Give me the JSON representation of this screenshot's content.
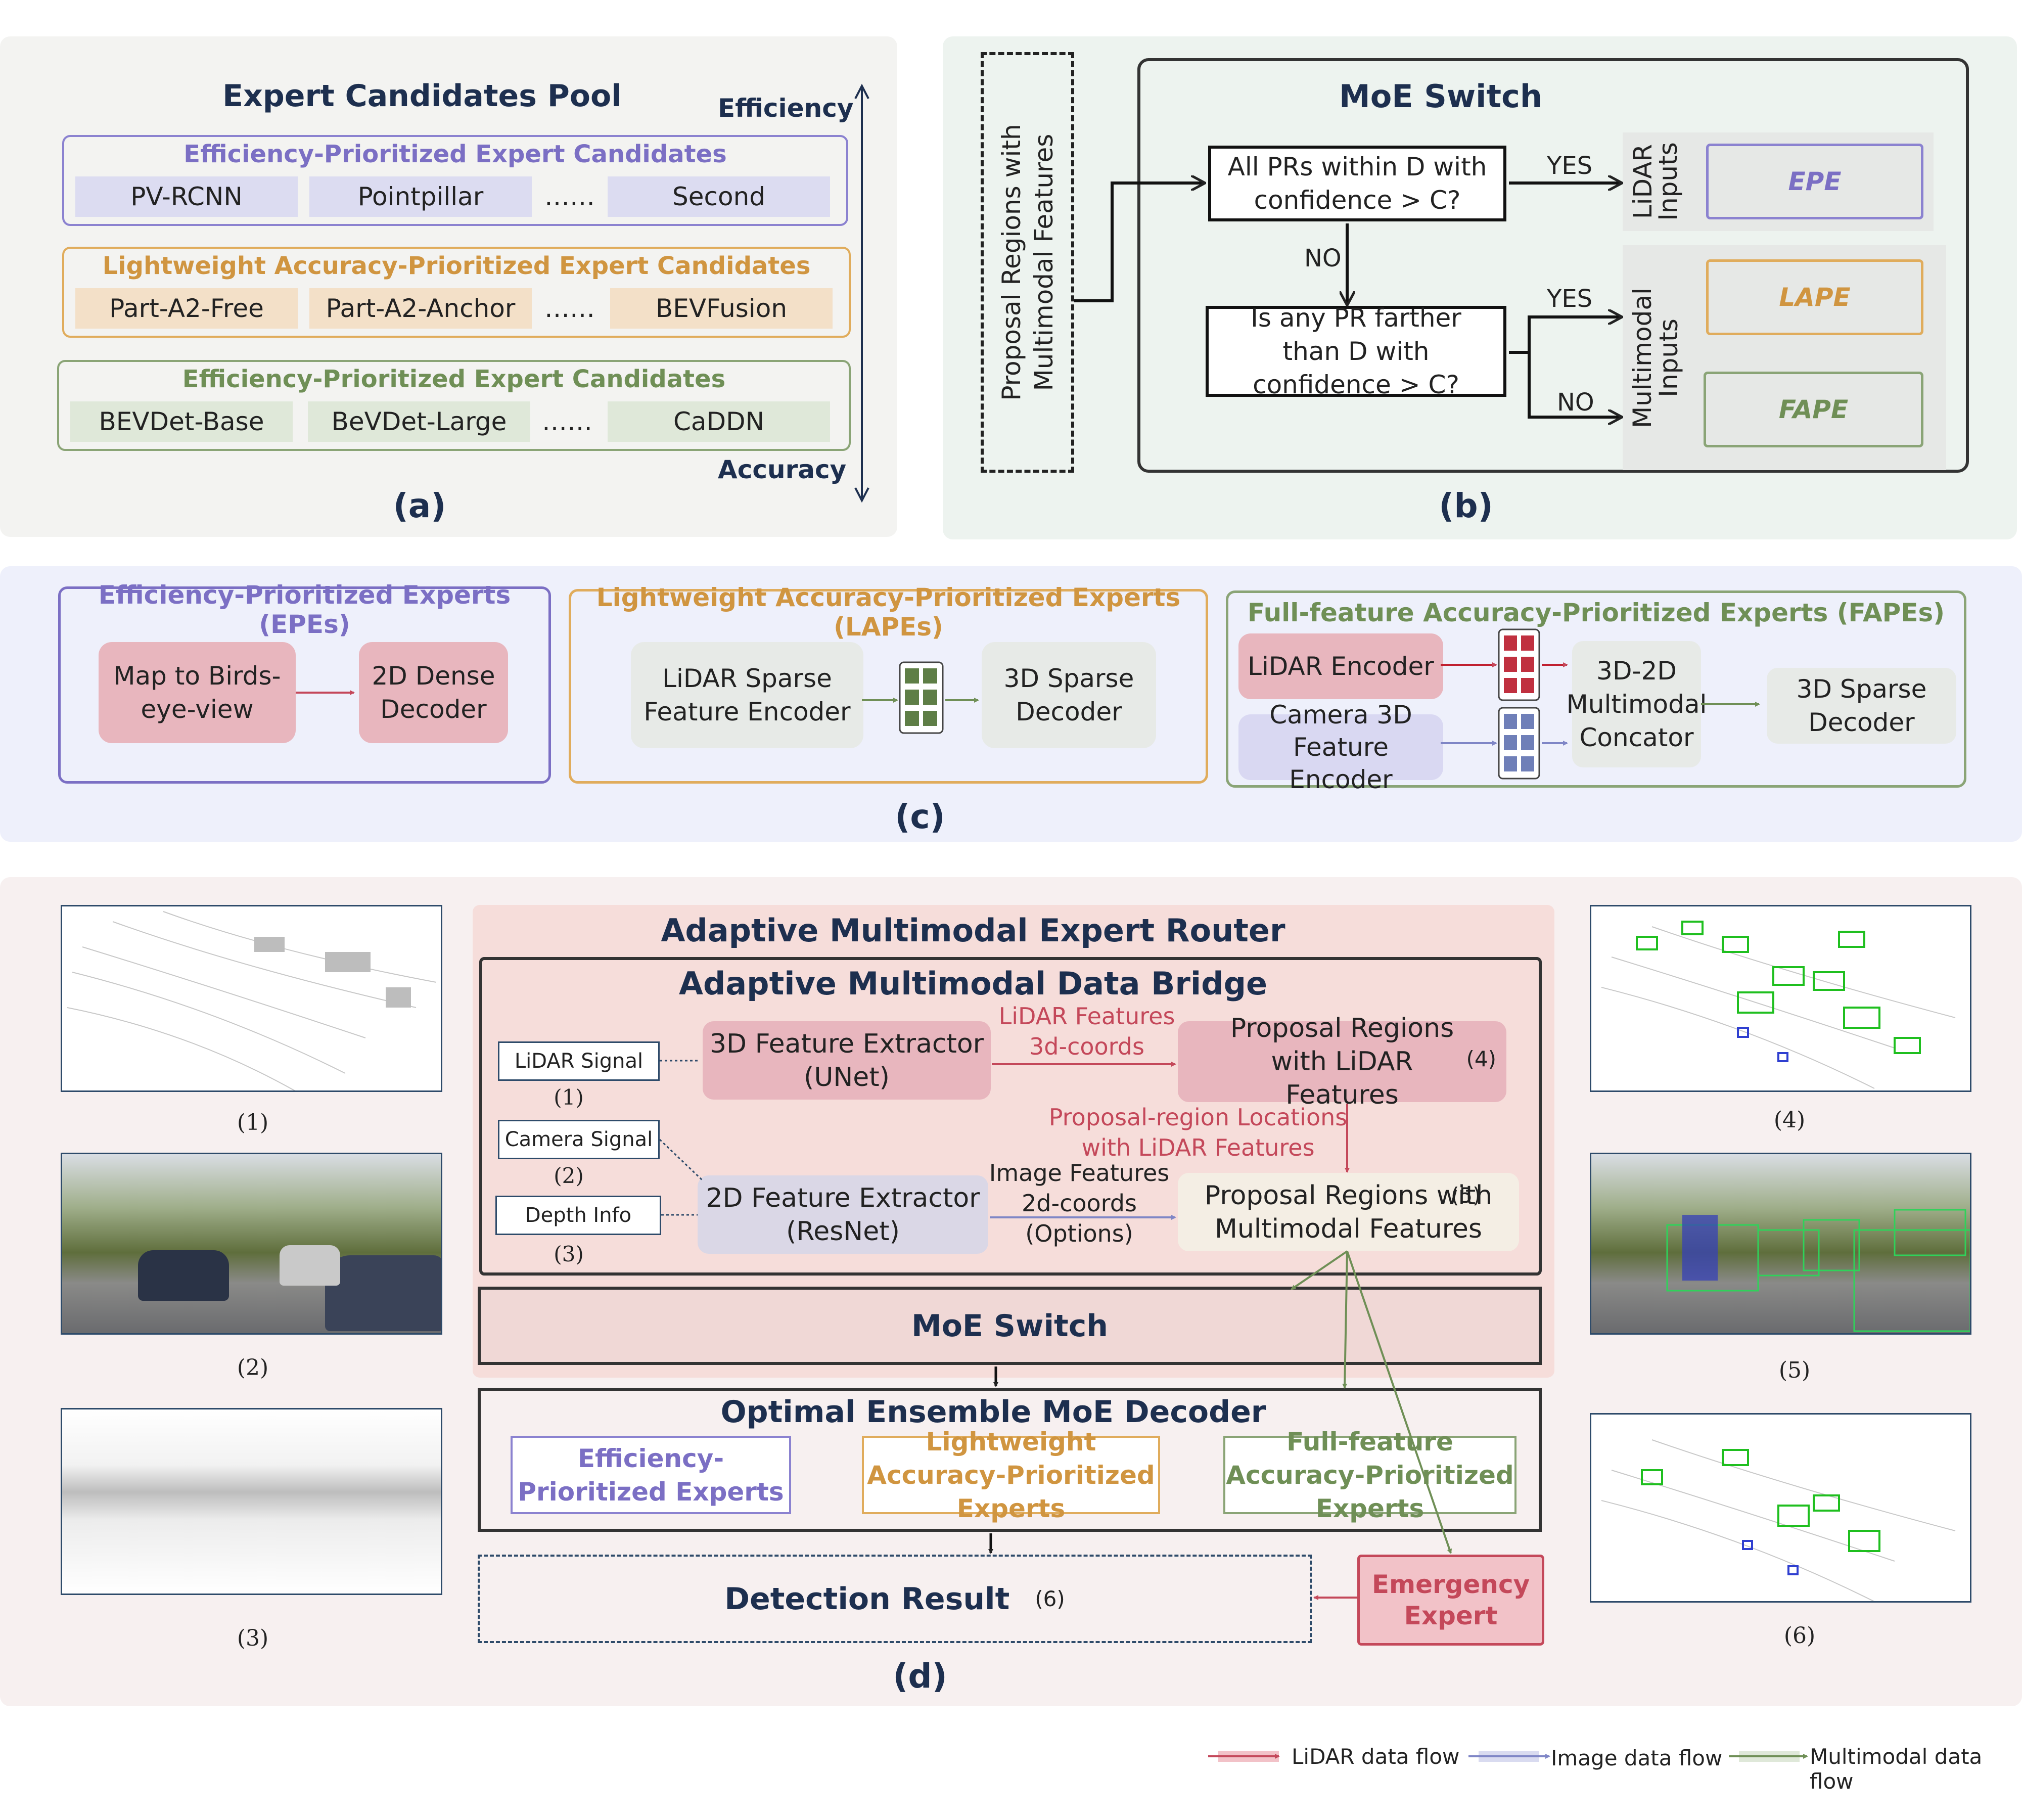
{
  "panel_a": {
    "title": "Expert Candidates Pool",
    "efficiency_label": "Efficiency",
    "accuracy_label": "Accuracy",
    "caption": "(a)",
    "groups": [
      {
        "title": "Efficiency-Prioritized Expert Candidates",
        "items": [
          "PV-RCNN",
          "Pointpillar",
          "Second"
        ],
        "dots": "……"
      },
      {
        "title": "Lightweight Accuracy-Prioritized Expert Candidates",
        "items": [
          "Part-A2-Free",
          "Part-A2-Anchor",
          "BEVFusion"
        ],
        "dots": "……"
      },
      {
        "title": "Efficiency-Prioritized Expert Candidates",
        "items": [
          "BEVDet-Base",
          "BeVDet-Large",
          "CaDDN"
        ],
        "dots": "……"
      }
    ]
  },
  "panel_b": {
    "caption": "(b)",
    "proposal_label": "Proposal Regions with Multimodal Features",
    "switch_title": "MoE Switch",
    "q1": "All PRs within D with confidence > C?",
    "q2": "Is any PR farther than D with confidence > C?",
    "yes1": "YES",
    "no1": "NO",
    "yes2": "YES",
    "no2": "NO",
    "lidar_inputs": "LiDAR Inputs",
    "multimodal_inputs": "Multimodal Inputs",
    "epe": "EPE",
    "lape": "LAPE",
    "fape": "FAPE"
  },
  "panel_c": {
    "caption": "(c)",
    "epes": {
      "title": "Efficiency-Prioritized Experts (EPEs)",
      "box1": "Map to Birds-eye-view",
      "box2": "2D Dense Decoder"
    },
    "lapes": {
      "title": "Lightweight Accuracy-Prioritized Experts (LAPEs)",
      "box1": "LiDAR Sparse Feature Encoder",
      "box2": "3D Sparse Decoder"
    },
    "fapes": {
      "title": "Full-feature Accuracy-Prioritized Experts (FAPEs)",
      "lidar_encoder": "LiDAR Encoder",
      "camera_encoder": "Camera 3D Feature Encoder",
      "concator": "3D-2D Multimodal Concator",
      "decoder": "3D Sparse Decoder"
    }
  },
  "panel_d": {
    "caption": "(d)",
    "router_title": "Adaptive Multimodal Expert Router",
    "bridge_title": "Adaptive Multimodal Data Bridge",
    "lidar_signal": "LiDAR Signal",
    "lidar_num": "(1)",
    "camera_signal": "Camera Signal",
    "camera_num": "(2)",
    "depth_info": "Depth Info",
    "depth_num": "(3)",
    "extractor_3d": "3D Feature Extractor (UNet)",
    "extractor_2d": "2D Feature Extractor (ResNet)",
    "lidar_features_label": "LiDAR Features",
    "coords_3d": "3d-coords",
    "image_features_label": "Image Features",
    "coords_2d": "2d-coords",
    "options": "(Options)",
    "pr_lidar": "Proposal Regions with LiDAR Features",
    "pr_lidar_num": "(4)",
    "pr_locations": "Proposal-region Locations with LiDAR Features",
    "pr_multimodal": "Proposal Regions with Multimodal Features",
    "pr_multimodal_num": "(5)",
    "moe_switch": "MoE Switch",
    "decoder_title": "Optimal Ensemble MoE Decoder",
    "decoder_epe": "Efficiency-Prioritized Experts",
    "decoder_lape": "Lightweight Accuracy-Prioritized Experts",
    "decoder_fape": "Full-feature Accuracy-Prioritized Experts",
    "detection_result": "Detection Result",
    "detection_num": "(6)",
    "emergency": "Emergency Expert",
    "img_captions": [
      "(1)",
      "(2)",
      "(3)",
      "(4)",
      "(5)",
      "(6)"
    ]
  },
  "legend": {
    "lidar": "LiDAR data flow",
    "image": "Image data flow",
    "multimodal": "Multimodal data flow"
  },
  "colors": {
    "purple": "#7b6fc4",
    "orange": "#d99a3c",
    "green": "#6f8f56",
    "red": "#c4485a",
    "navy": "#1d2f4f",
    "lidar_flow": "#c4485a",
    "image_flow": "#7f86c6",
    "multi_flow": "#6f8f56"
  }
}
